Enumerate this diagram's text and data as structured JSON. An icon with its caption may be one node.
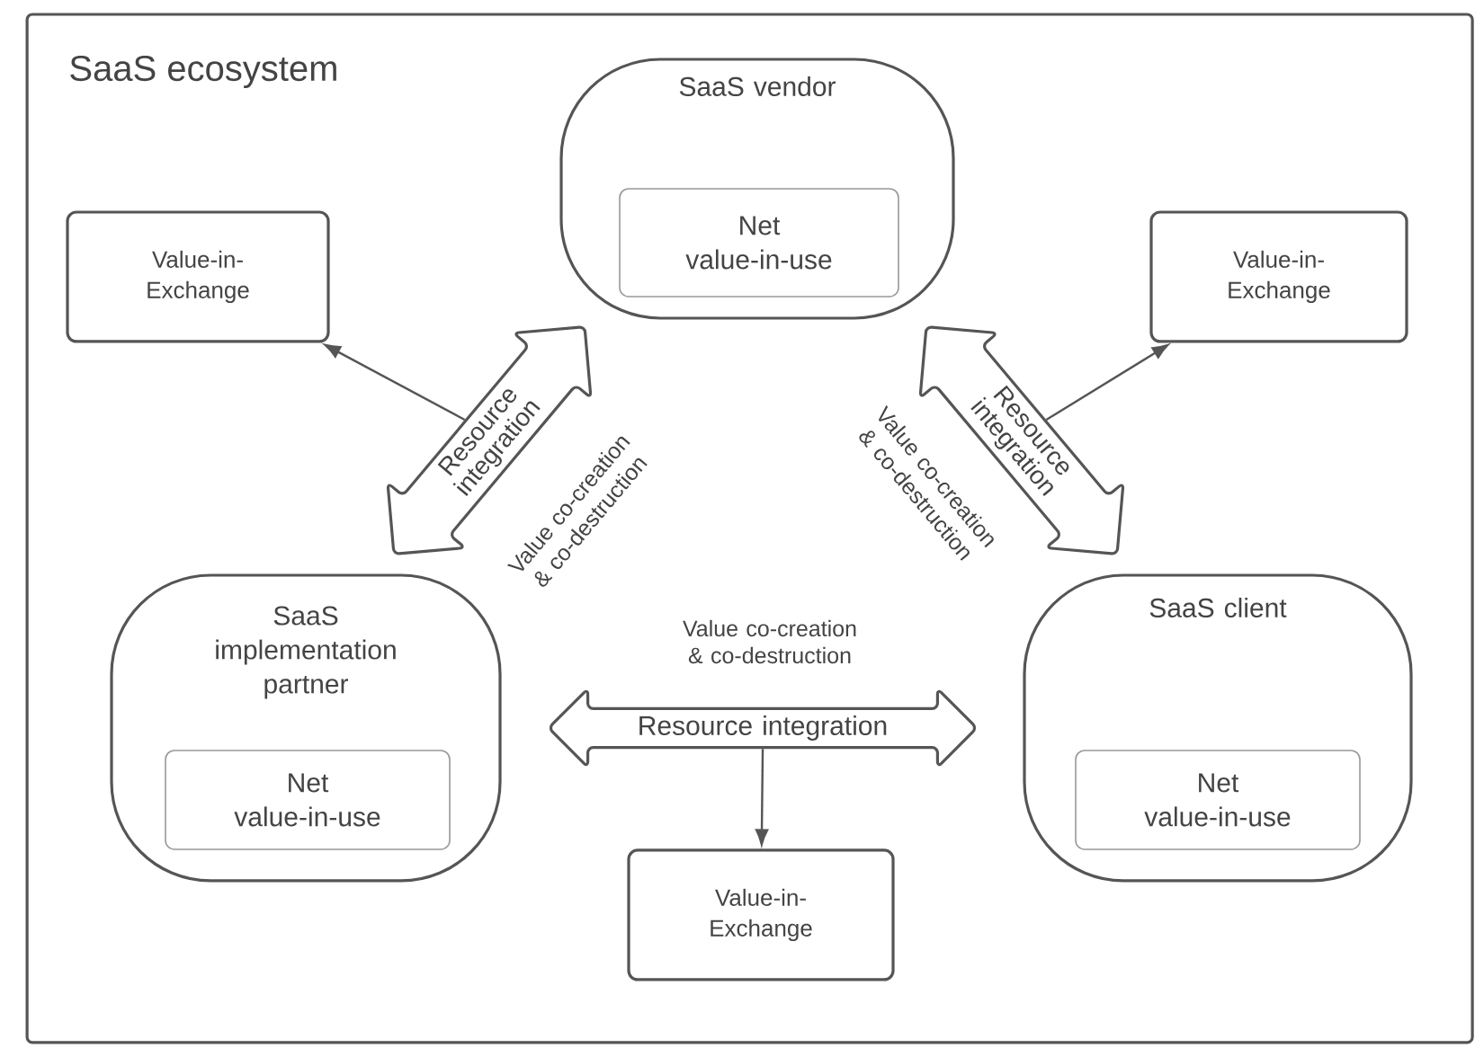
{
  "diagram": {
    "nodes": [
      {
        "text": [
          "SaaS ecosystem"
        ]
      },
      {
        "text": [
          "SaaS vendor"
        ],
        "in": 0
      },
      {
        "text": [
          "Net value-in-use"
        ],
        "in": 1
      },
      {
        "text": [
          "Value-in-Exchange"
        ],
        "in": 0
      },
      {
        "text": [
          "Resource integration"
        ],
        "beside": [
          "Value co-creation & co-destruction"
        ],
        "in": 0
      },
      {
        "text": [
          "Value-in-Exchange"
        ],
        "in": 0
      },
      {
        "text": [
          "Resource integration"
        ],
        "beside": [
          "Value co-creation & co-destruction"
        ],
        "in": 0
      },
      {
        "text": [
          "SaaS implementation partner"
        ],
        "in": 0
      },
      {
        "text": [
          "Net value-in-use"
        ],
        "in": 7
      },
      {
        "text": [
          "SaaS client"
        ],
        "in": 0
      },
      {
        "text": [
          "Net value-in-use"
        ],
        "in": 9
      },
      {
        "text": [
          "Resource integration"
        ],
        "beside": [
          "Value co-creation & co-destruction"
        ],
        "in": 0
      },
      {
        "text": [
          "Value-in-Exchange"
        ],
        "in": 0
      }
    ],
    "edges": [
      {
        "from": 4,
        "to": 3,
        "arrow": "to"
      },
      {
        "from": 6,
        "to": 5,
        "arrow": "to"
      },
      {
        "from": 11,
        "to": 12,
        "arrow": "to"
      }
    ]
  }
}
